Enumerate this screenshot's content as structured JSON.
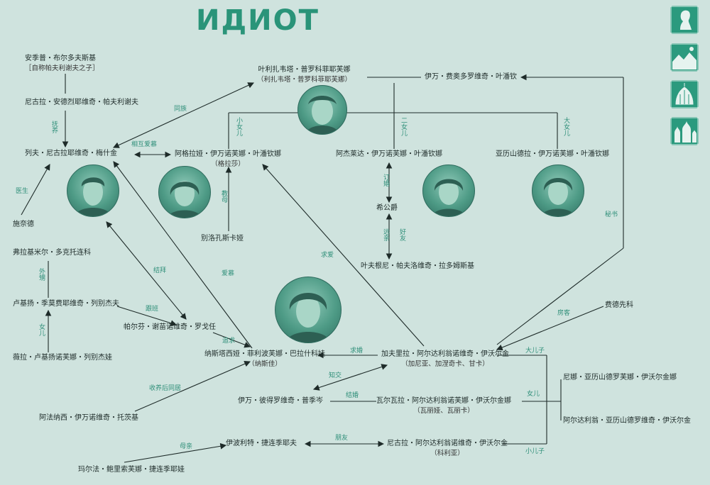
{
  "title": "ИДИОТ",
  "people": {
    "antip": "安季普・布尔多夫斯基",
    "antip_sub": "［自称帕夫利谢夫之子］",
    "pavlishchev": "尼古拉・安德烈耶维奇・帕夫利谢夫",
    "myshkin": "列夫・尼古拉耶维奇・梅什金",
    "schneider": "施奈德",
    "lizaveta": "叶利扎韦塔・普罗科菲耶芙娜",
    "lizaveta_sub": "（利扎韦塔・普罗科菲耶芙娜）",
    "epanchin": "伊万・费奥多罗维奇・叶潘钦",
    "aglaya": "阿格拉娅・伊万诺芙娜・叶潘钦娜",
    "aglaya_sub": "（格拉莎）",
    "adelaida": "阿杰莱达・伊万诺芙娜・叶潘钦娜",
    "alexandra": "亚历山德拉・伊万诺芙娜・叶潘钦娜",
    "belokonskaya": "别洛孔斯卡娅",
    "prince_s": "希公爵",
    "radomsky": "叶夫根尼・帕夫洛维奇・拉多姆斯基",
    "ferdyshchenko_v": "弗拉基米尔・多克托连科",
    "lebedev": "卢基扬・季莫费耶维奇・列别杰夫",
    "vera": "薇拉・卢基扬诺芙娜・列别杰娃",
    "rogozhin": "帕尔芬・谢苗诺维奇・罗戈任",
    "nastasya": "纳斯塔西娅・菲利波芙娜・巴拉什科娃",
    "nastasya_sub": "（纳斯佳）",
    "ferdyshchenko": "费德先科",
    "ganya": "加夫里拉・阿尔达利翁诺维奇・伊沃尔金",
    "ganya_sub": "（加尼亚、加涅奇卡、甘卡）",
    "ptitsyn": "伊万・彼得罗维奇・普季岑",
    "varya": "瓦尔瓦拉・阿尔达利翁诺芙娜・伊沃尔金娜",
    "varya_sub": "（瓦丽娅、瓦丽卡）",
    "nina": "尼娜・亚历山德罗芙娜・伊沃尔金娜",
    "ardalion": "阿尔达利翁・亚历山德罗维奇・伊沃尔金",
    "totsky": "阿法纳西・伊万诺维奇・托茨基",
    "ippolit": "伊波利特・捷连季耶夫",
    "kolya": "尼古拉・阿尔达利翁诺维奇・伊沃尔金",
    "kolya_sub": "（科利亚）",
    "marfa": "玛尔法・鲍里索芙娜・捷连季耶娃"
  },
  "relations": {
    "adopt": "抚养",
    "doctor": "医生",
    "tongzu": "同族",
    "mutual_love": "相互爱慕",
    "young_daughter": "小女儿",
    "second_daughter": "二女儿",
    "eldest_daughter": "大女儿",
    "teacher": "教母",
    "engaged": "订婚",
    "distant_relative": "远亲",
    "good_friend": "好友",
    "sworn": "结拜",
    "follow": "跟班",
    "admire": "爱慕",
    "court": "求爱",
    "external_nephew": "外甥",
    "daughter_l": "女儿",
    "propose1": "求婚",
    "propose2": "追求",
    "acquaint": "知交",
    "married": "结婚",
    "friend": "朋友",
    "mother": "母亲",
    "eldest_son": "大儿子",
    "daughter_r": "女儿",
    "youngest_son": "小儿子",
    "lodger": "房客",
    "secretary": "秘书",
    "keep": "收养后同居"
  },
  "portraits": [
    "lizaveta-portrait",
    "myshkin-portrait",
    "aglaya-portrait",
    "adelaida-portrait",
    "alexandra-portrait",
    "nastasya-portrait"
  ],
  "icons": [
    "woman-silhouette-icon",
    "landscape-icon",
    "dome-icon",
    "church-icon"
  ],
  "colors": {
    "background": "#cfe3de",
    "accent": "#2a9479",
    "line": "#1e2b29"
  }
}
